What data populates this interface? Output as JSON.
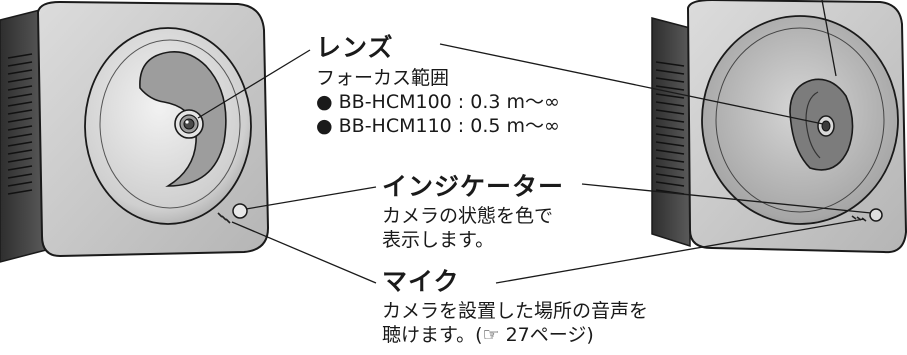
{
  "callouts": {
    "lens": {
      "title": "レンズ",
      "line1": "フォーカス範囲",
      "line2": "● BB-HCM100 : 0.3 m～∞",
      "line3": "● BB-HCM110 : 0.5 m～∞"
    },
    "indicator": {
      "title": "インジケーター",
      "line1": "カメラの状態を色で",
      "line2": "表示します。"
    },
    "mic": {
      "title": "マイク",
      "line1": "カメラを設置した場所の音声を",
      "line2": "聴けます。(☞ 27ページ)"
    }
  },
  "colors": {
    "body_light": "#eeeeee",
    "body_mid": "#c9c9c9",
    "body_dark": "#7a7a7a",
    "side_dark": "#3a3a3a",
    "outline": "#1a1a1a",
    "text": "#1a1a1a"
  }
}
